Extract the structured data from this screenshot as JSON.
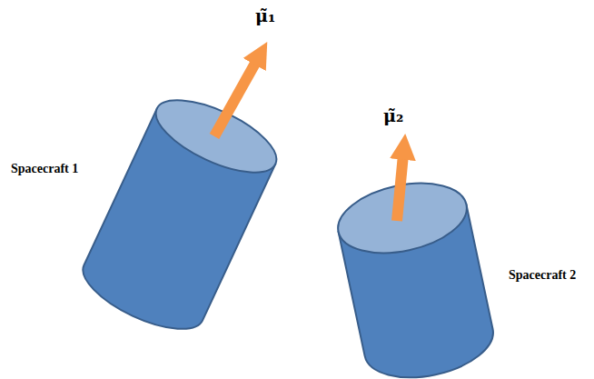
{
  "diagram": {
    "labels": [
      "μ̃₁",
      "Spacecraft 1",
      "μ̃₂",
      "Spacecraft 2"
    ]
  }
}
